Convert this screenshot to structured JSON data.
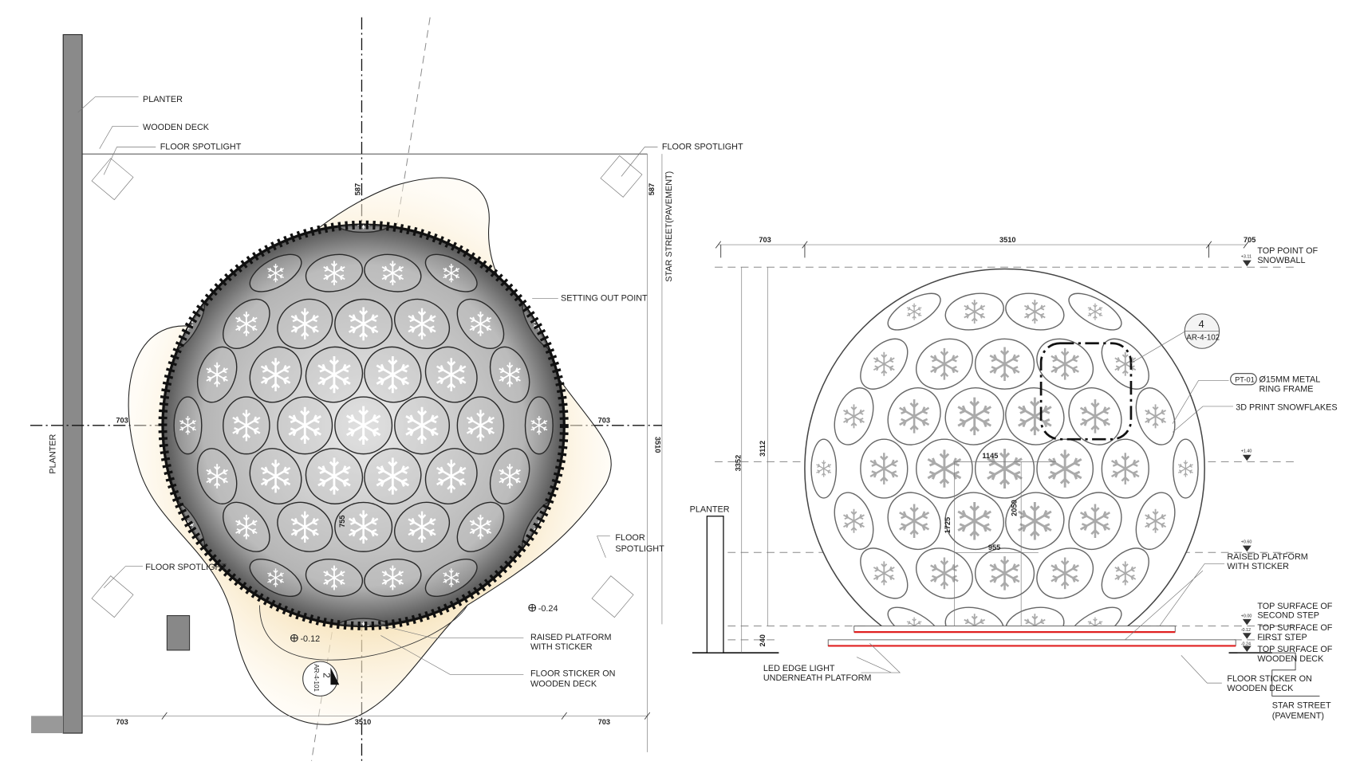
{
  "colors": {
    "glow": "#f3d9a4",
    "wall": "#8a8a8a",
    "led": "#e02020",
    "frame": "#222222"
  },
  "plan": {
    "planter_label": "PLANTER",
    "wooden_deck_label": "WOODEN DECK",
    "floor_spotlight_tl": "FLOOR SPOTLIGHT",
    "floor_spotlight_tr": "FLOOR SPOTLIGHT",
    "floor_spotlight_bl": "FLOOR SPOTLIGHT",
    "floor_spotlight_br": [
      "FLOOR",
      "SPOTLIGHT"
    ],
    "setting_out_point": "SETTING OUT POINT",
    "planter_vertical": "PLANTER",
    "star_street": "STAR STREET(PAVEMENT)",
    "dims": {
      "top_left_v": "587",
      "top_right_v": "587",
      "mid_left": "703",
      "mid_right": "703",
      "right_v": "3510",
      "bottom_left": "703",
      "bottom_mid": "3510",
      "bottom_right": "703",
      "inner": "755"
    },
    "levels": {
      "a": "-0.24",
      "b": "-0.12"
    },
    "raised_platform": [
      "RAISED PLATFORM",
      "WITH STICKER"
    ],
    "floor_sticker": [
      "FLOOR STICKER ON",
      "WOODEN DECK"
    ],
    "section_marker": {
      "number": "2",
      "sheet": "AR-4-101"
    }
  },
  "elevation": {
    "dims": {
      "left": "703",
      "mid": "3510",
      "right": "705",
      "h_total": "3352",
      "h_sphere": "3112",
      "h_platform": "240",
      "w_upper": "1145",
      "h_upper": "2050",
      "h_lower": "1725",
      "w_lower": "955"
    },
    "top_point": [
      "TOP POINT OF",
      "SNOWBALL"
    ],
    "levels": {
      "top": "+3.11",
      "mid": "+1.40",
      "low": "+0.60",
      "second": "+0.00",
      "first": "-0.12",
      "deck": "-0.24"
    },
    "detail_marker": {
      "number": "4",
      "sheet": "AR-4-102"
    },
    "tag": "PT-01",
    "ring_frame": [
      "Ø15MM METAL",
      "RING FRAME"
    ],
    "snowflakes": "3D PRINT SNOWFLAKES",
    "planter": "PLANTER",
    "raised_platform": [
      "RAISED PLATFORM",
      "WITH STICKER"
    ],
    "second_step": [
      "TOP SURFACE OF",
      "SECOND STEP"
    ],
    "first_step": [
      "TOP SURFACE OF",
      "FIRST STEP"
    ],
    "deck": [
      "TOP SURFACE OF",
      "WOODEN DECK"
    ],
    "led": [
      "LED EDGE LIGHT",
      "UNDERNEATH PLATFORM"
    ],
    "floor_sticker": [
      "FLOOR STICKER ON",
      "WOODEN DECK"
    ],
    "star_street": [
      "STAR STREET",
      "(PAVEMENT)"
    ]
  }
}
